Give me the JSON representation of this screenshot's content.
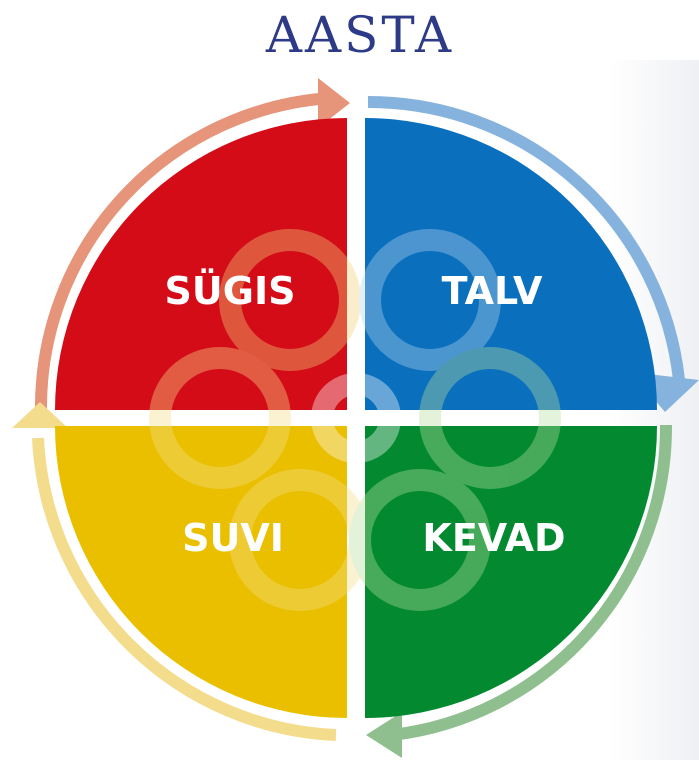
{
  "title": "AASTA",
  "quadrants": [
    {
      "id": "sugis",
      "label": "SÜGIS",
      "color": "#d40c18",
      "arrow_color": "#e6947a"
    },
    {
      "id": "talv",
      "label": "TALV",
      "color": "#0a6fbd",
      "arrow_color": "#86b2de"
    },
    {
      "id": "kevad",
      "label": "KEVAD",
      "color": "#038a31",
      "arrow_color": "#8fbf8f"
    },
    {
      "id": "suvi",
      "label": "SUVI",
      "color": "#e9bf00",
      "arrow_color": "#f4dc8d"
    }
  ],
  "center_icon": "flower-icon"
}
